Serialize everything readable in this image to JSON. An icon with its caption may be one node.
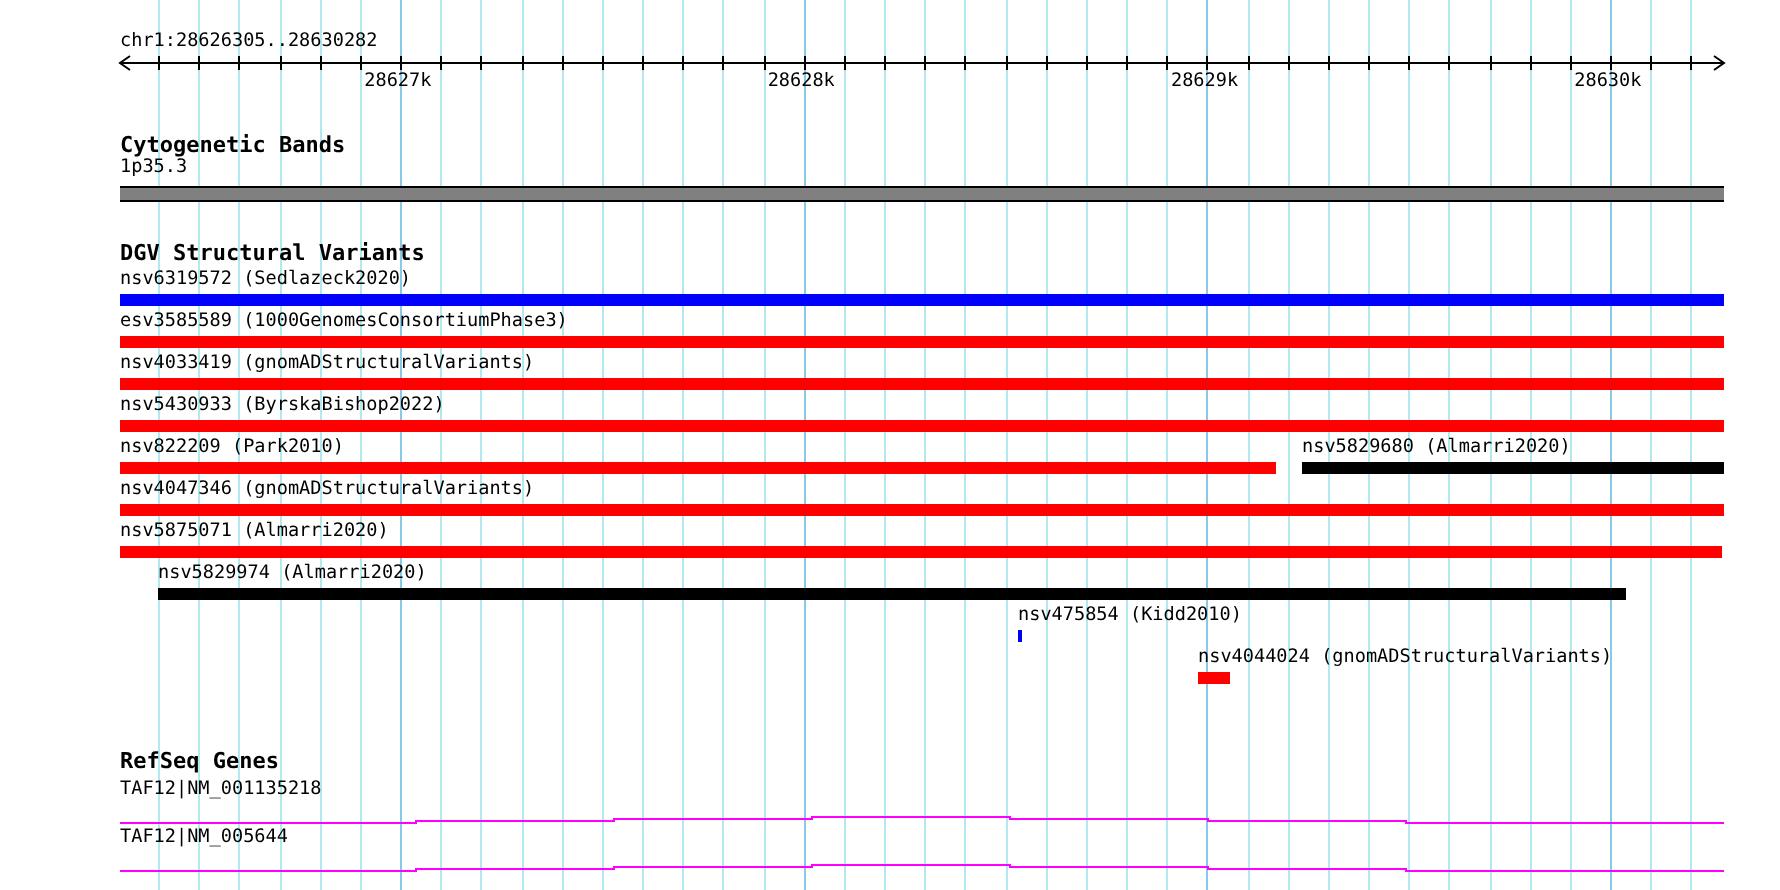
{
  "diagram": {
    "nodes": [
      {
        "text": [
          "1p35.3"
        ]
      },
      {
        "text": [
          "nsv6319572 (Sedlazeck2020)"
        ]
      },
      {
        "text": [
          "esv3585589 (1000GenomesConsortiumPhase3)"
        ]
      },
      {
        "text": [
          "nsv4033419 (gnomADStructuralVariants)"
        ]
      },
      {
        "text": [
          "nsv5430933 (ByrskaBishop2022)"
        ]
      },
      {
        "text": [
          "nsv822209 (Park2010)"
        ]
      },
      {
        "text": [
          "nsv5829680 (Almarri2020)"
        ]
      },
      {
        "text": [
          "nsv4047346 (gnomADStructuralVariants)"
        ]
      },
      {
        "text": [
          "nsv5875071 (Almarri2020)"
        ]
      },
      {
        "text": [
          "nsv5829974 (Almarri2020)"
        ]
      },
      {
        "text": [
          "nsv475854 (Kidd2010)"
        ]
      },
      {
        "text": [
          "nsv4044024 (gnomADStructuralVariants)"
        ]
      },
      {
        "text": [
          "TAF12|NM_001135218"
        ]
      },
      {
        "text": [
          "TAF12|NM_005644"
        ]
      }
    ],
    "labels": [
      "chr1:28626305..28630282",
      "28627k",
      "28628k",
      "28629k",
      "28630k",
      "Cytogenetic Bands",
      "DGV Structural Variants",
      "RefSeq Genes"
    ]
  }
}
